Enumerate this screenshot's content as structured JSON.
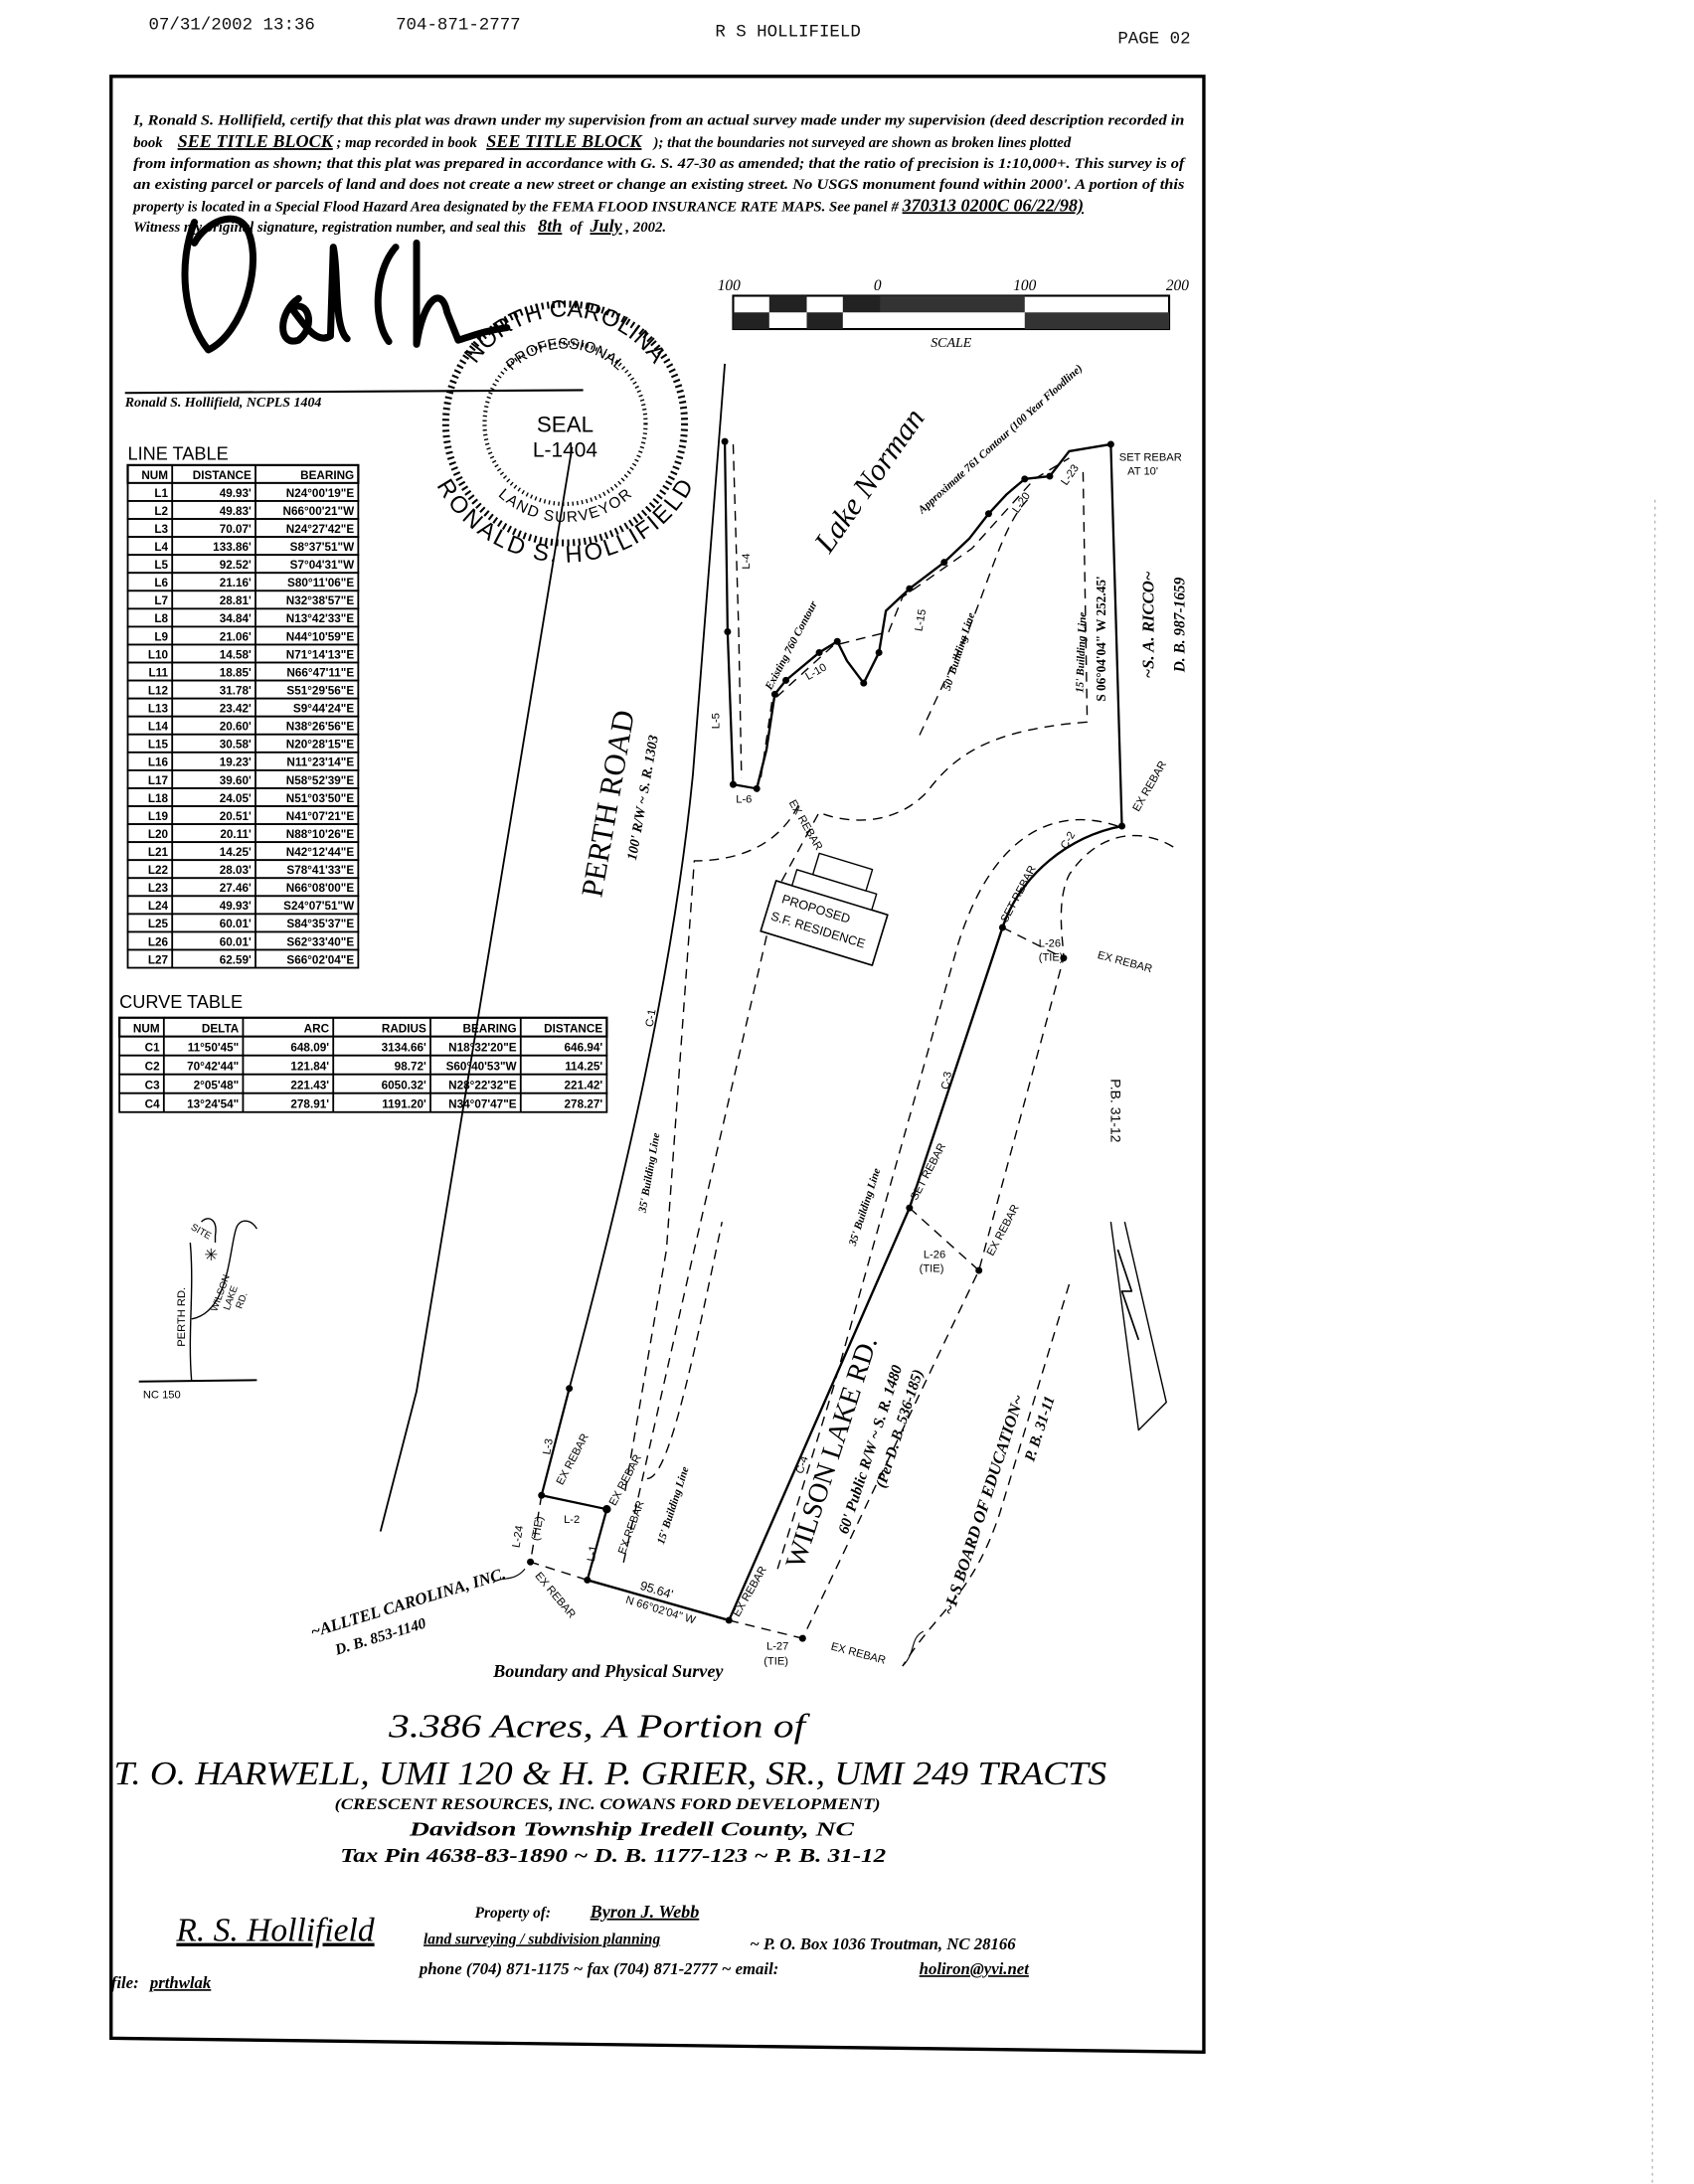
{
  "fax_header": {
    "datetime": "07/31/2002  13:36",
    "phone": "704-871-2777",
    "sender": "R S HOLLIFIELD",
    "page": "PAGE  02"
  },
  "certification": {
    "line1": "I, Ronald S. Hollifield, certify that this plat was drawn under my supervision from an actual survey made under my supervision (deed description recorded in",
    "line2_a": "book",
    "line2_book": "SEE TITLE BLOCK",
    "line2_b": "; map recorded in book",
    "line2_map": "SEE TITLE BLOCK",
    "line2_c": "); that the boundaries not surveyed are shown as broken lines plotted",
    "line3": "from information as shown; that this plat was prepared in accordance with G. S. 47-30 as amended; that the ratio of precision is 1:10,000+.  This survey is of",
    "line4": "an existing parcel or parcels of land and does not create a new street or change an existing street. No USGS monument found within 2000'.  A portion of this",
    "line5_a": "property is located in a Special Flood Hazard Area designated by the FEMA FLOOD INSURANCE RATE MAPS.  See panel #",
    "line5_panel": "370313 0200C  06/22/98)",
    "line6_a": "Witness my original signature, registration number, and seal this",
    "line6_day": "8th",
    "line6_of": "of",
    "line6_month": "July",
    "line6_year": ", 2002."
  },
  "signer": "Ronald S. Hollifield, NCPLS 1404",
  "seal": {
    "outer_top": "NORTH CAROLINA",
    "inner_top": "PROFESSIONAL",
    "center1": "SEAL",
    "center2": "L-1404",
    "inner_bottom": "LAND SURVEYOR",
    "outer_bottom": "RONALD S. HOLLIFIELD"
  },
  "scale_bar": {
    "ticks": [
      "100",
      "0",
      "100",
      "200"
    ],
    "label": "SCALE"
  },
  "line_table": {
    "title": "LINE  TABLE",
    "headers": [
      "NUM",
      "DISTANCE",
      "BEARING"
    ],
    "rows": [
      [
        "L1",
        "49.93'",
        "N24°00'19\"E"
      ],
      [
        "L2",
        "49.83'",
        "N66°00'21\"W"
      ],
      [
        "L3",
        "70.07'",
        "N24°27'42\"E"
      ],
      [
        "L4",
        "133.86'",
        "S8°37'51\"W"
      ],
      [
        "L5",
        "92.52'",
        "S7°04'31\"W"
      ],
      [
        "L6",
        "21.16'",
        "S80°11'06\"E"
      ],
      [
        "L7",
        "28.81'",
        "N32°38'57\"E"
      ],
      [
        "L8",
        "34.84'",
        "N13°42'33\"E"
      ],
      [
        "L9",
        "21.06'",
        "N44°10'59\"E"
      ],
      [
        "L10",
        "14.58'",
        "N71°14'13\"E"
      ],
      [
        "L11",
        "18.85'",
        "N66°47'11\"E"
      ],
      [
        "L12",
        "31.78'",
        "S51°29'56\"E"
      ],
      [
        "L13",
        "23.42'",
        "S9°44'24\"E"
      ],
      [
        "L14",
        "20.60'",
        "N38°26'56\"E"
      ],
      [
        "L15",
        "30.58'",
        "N20°28'15\"E"
      ],
      [
        "L16",
        "19.23'",
        "N11°23'14\"E"
      ],
      [
        "L17",
        "39.60'",
        "N58°52'39\"E"
      ],
      [
        "L18",
        "24.05'",
        "N51°03'50\"E"
      ],
      [
        "L19",
        "20.51'",
        "N41°07'21\"E"
      ],
      [
        "L20",
        "20.11'",
        "N88°10'26\"E"
      ],
      [
        "L21",
        "14.25'",
        "N42°12'44\"E"
      ],
      [
        "L22",
        "28.03'",
        "S78°41'33\"E"
      ],
      [
        "L23",
        "27.46'",
        "N66°08'00\"E"
      ],
      [
        "L24",
        "49.93'",
        "S24°07'51\"W"
      ],
      [
        "L25",
        "60.01'",
        "S84°35'37\"E"
      ],
      [
        "L26",
        "60.01'",
        "S62°33'40\"E"
      ],
      [
        "L27",
        "62.59'",
        "S66°02'04\"E"
      ]
    ]
  },
  "curve_table": {
    "title": "CURVE  TABLE",
    "headers": [
      "NUM",
      "DELTA",
      "ARC",
      "RADIUS",
      "BEARING",
      "DISTANCE"
    ],
    "rows": [
      [
        "C1",
        "11°50'45\"",
        "648.09'",
        "3134.66'",
        "N18°32'20\"E",
        "646.94'"
      ],
      [
        "C2",
        "70°42'44\"",
        "121.84'",
        "98.72'",
        "S60°40'53\"W",
        "114.25'"
      ],
      [
        "C3",
        "2°05'48\"",
        "221.43'",
        "6050.32'",
        "N28°22'32\"E",
        "221.42'"
      ],
      [
        "C4",
        "13°24'54\"",
        "278.91'",
        "1191.20'",
        "N34°07'47\"E",
        "278.27'"
      ]
    ]
  },
  "vicinity_map": {
    "site": "SITE",
    "perth": "PERTH RD.",
    "wilson1": "WILSON",
    "wilson2": "LAKE",
    "wilson3": "RD.",
    "nc150": "NC 150"
  },
  "map_labels": {
    "lake": "Lake Norman",
    "contour760": "Existing 760 Contour",
    "contour761": "Approximate 761 Contour (100 Year Floodline)",
    "set_rebar_10": "SET REBAR",
    "at_10": "AT 10'",
    "east_bearing": "S 06°04'04\" W   252.45'",
    "ricco": "~S. A. RICCO~",
    "ricco_db": "D. B. 987-1659",
    "bl50": "50' Building Line",
    "bl15_top": "15' Building Line",
    "perth_road": "PERTH ROAD",
    "perth_row": "100' R/W ~ S. R. 1303",
    "proposed1": "PROPOSED",
    "proposed2": "S.F. RESIDENCE",
    "bl35_a": "35' Building Line",
    "bl35_b": "35' Building Line",
    "bl15_bottom": "15' Building Line",
    "wilson_road": "WILSON LAKE RD.",
    "wilson_row": "60' Public R/W ~ S. R. 1480",
    "wilson_db": "(Per D. B. 536-185)",
    "board": "~I-S BOARD OF EDUCATION~",
    "board_pb": "P. B. 31-11",
    "pb_3112": "P.B. 31-12",
    "alltel": "~ALLTEL CAROLINA, INC.",
    "alltel_db": "D. B. 853-1140",
    "south_dist": "95.64'",
    "south_bearing": "N   66°02'04\"   W",
    "ex_rebar": "EX REBAR",
    "set_rebar": "SET REBAR",
    "tie": "(TIE)",
    "L1": "L-1",
    "L2": "L-2",
    "L3": "L-3",
    "L4": "L-4",
    "L5": "L-5",
    "L6": "L-6",
    "L10": "L-10",
    "L15": "L-15",
    "L20": "L-20",
    "L23": "L-23",
    "L24": "L-24",
    "L26": "L-26",
    "L27": "L-27",
    "C1": "C-1",
    "C2": "C-2",
    "C3": "C-3",
    "C4": "C-4"
  },
  "title_block": {
    "survey_type": "Boundary  and Physical Survey",
    "acres": "3.386 Acres, A  Portion of",
    "tracts": "T. O. HARWELL, UMI 120 & H. P. GRIER, SR., UMI 249 TRACTS",
    "developer": "(CRESCENT RESOURCES, INC. COWANS FORD DEVELOPMENT)",
    "township": "Davidson Township  Iredell County, NC",
    "tax": "Tax Pin 4638-83-1890 ~  D. B. 1177-123 ~ P. B. 31-12",
    "property_of_label": "Property of:",
    "owner": "Byron J. Webb",
    "firm": "R. S. Hollifield",
    "services": "land surveying / subdivision planning",
    "address": "~  P. O. Box 1036   Troutman, NC  28166",
    "contact": "phone (704) 871-1175  ~  fax  (704) 871-2777  ~  email:",
    "email": "holiron@yvi.net",
    "file_label": "file:",
    "file": "prthwlak"
  }
}
